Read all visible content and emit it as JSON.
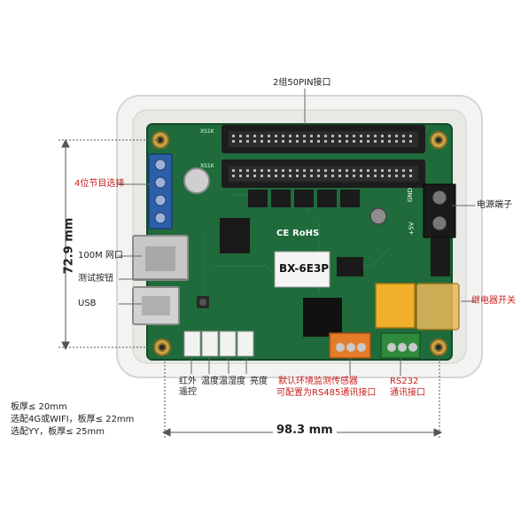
{
  "labels": {
    "top_connector": "2组50PIN接口",
    "program_select": "4位节目选择",
    "network": "100M 网口",
    "test_button": "测试按钮",
    "usb": "USB",
    "power_terminal": "电源端子",
    "relay_switch": "继电器开关",
    "ir": "红外\n遥控",
    "temperature": "温度",
    "temp_humidity": "温湿度",
    "brightness": "亮度",
    "sensor_line1": "默认环境监测传感器",
    "sensor_line2": "可配置为RS485通讯接口",
    "rs232_line1": "RS232",
    "rs232_line2": "通讯接口"
  },
  "dimensions": {
    "height": "72.9 mm",
    "width": "98.3 mm"
  },
  "board": {
    "model": "BX-6E3P",
    "rohs": "RoHS",
    "ce": "CE",
    "silk_top1": "XS1K",
    "silk_top2": "XS1K",
    "gnd": "GND",
    "plus5v": "+5V"
  },
  "notes": [
    "板厚≤ 20mm",
    "选配4G或WIFI，板厚≤ 22mm",
    "选配YY，板厚≤ 25mm"
  ],
  "colors": {
    "pcb": "#1f6b3b",
    "pcb_dark": "#134a28",
    "case": "#efefed",
    "label_red": "#c8201e",
    "terminal_blue": "#2d5fa8",
    "terminal_orange": "#e57c2a",
    "terminal_green": "#2f8a3c",
    "relay": "#f0b02a"
  }
}
